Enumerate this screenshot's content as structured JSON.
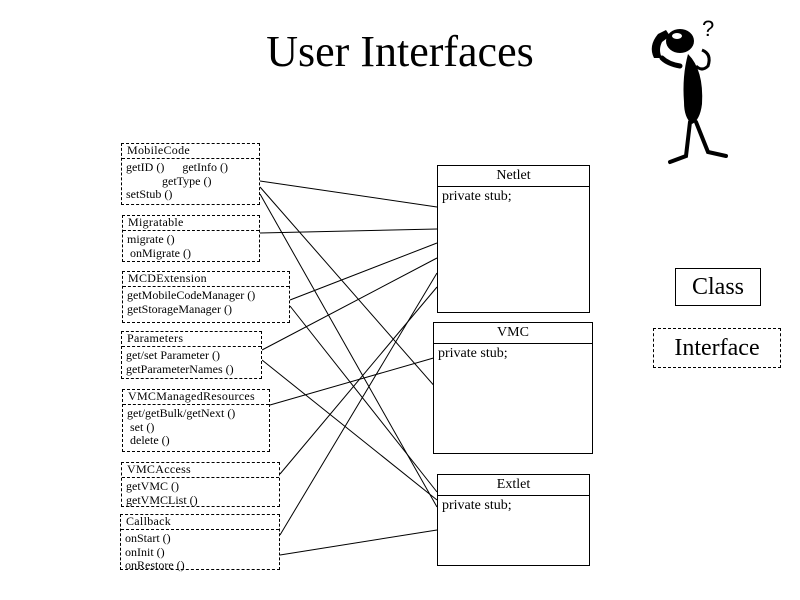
{
  "title": "User Interfaces",
  "interfaces": [
    {
      "name": "MobileCode",
      "methods": [
        "getID ()      getInfo ()",
        "            getType ()",
        "setStub ()"
      ]
    },
    {
      "name": "Migratable",
      "methods": [
        "migrate ()",
        " onMigrate ()"
      ]
    },
    {
      "name": "MCDExtension",
      "methods": [
        "getMobileCodeManager ()",
        "getStorageManager ()"
      ]
    },
    {
      "name": "Parameters",
      "methods": [
        "get/set Parameter ()",
        "getParameterNames ()"
      ]
    },
    {
      "name": "VMCManagedResources",
      "methods": [
        "get/getBulk/getNext ()",
        " set ()",
        " delete ()"
      ]
    },
    {
      "name": "VMCAccess",
      "methods": [
        "getVMC ()",
        "getVMCList ()"
      ]
    },
    {
      "name": "Callback",
      "methods": [
        "onStart ()",
        "onInit ()",
        "onRestore ()"
      ]
    }
  ],
  "classes": [
    {
      "name": "Netlet",
      "attribute": "private stub;"
    },
    {
      "name": "VMC",
      "attribute": "private stub;"
    },
    {
      "name": "Extlet",
      "attribute": "private stub;"
    }
  ],
  "legend": {
    "class_label": "Class",
    "interface_label": "Interface"
  },
  "thinker": {
    "glyph": "?",
    "icon": "thinking-stick-figure"
  }
}
